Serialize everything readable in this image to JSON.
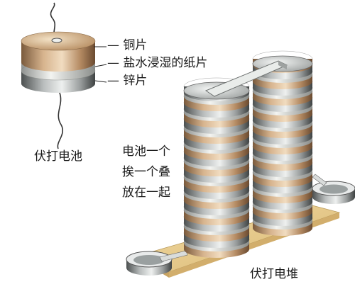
{
  "labels": {
    "copper": "— 铜片",
    "brine_paper": "— 盐水浸湿的纸片",
    "zinc": "— 锌片",
    "voltaic_cell": "伏打电池",
    "stack_line1": "电池一个",
    "stack_line2": "挨一个叠",
    "stack_line3": "放在一起",
    "voltaic_pile": "伏打电堆"
  },
  "colors": {
    "copper": "#c9a57e",
    "zinc": "#b8bcbc",
    "paper": "#e9ebe6",
    "wood_base": "#e7c98a",
    "wire": "#333333"
  }
}
